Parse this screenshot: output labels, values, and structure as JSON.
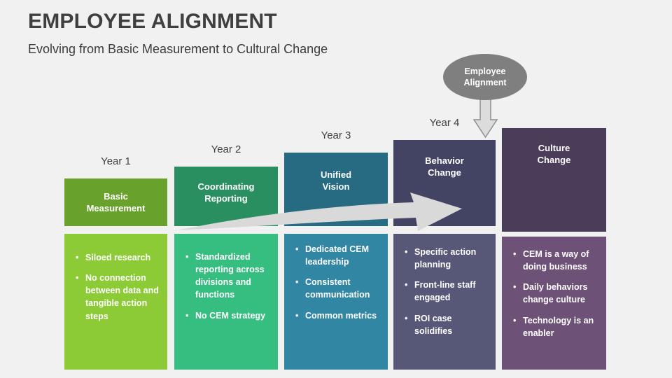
{
  "slide": {
    "title": "EMPLOYEE ALIGNMENT",
    "subtitle": "Evolving from Basic Measurement to Cultural Change"
  },
  "ellipse": {
    "label": "Employee\nAlignment",
    "color": "#7f7f7f"
  },
  "colors": {
    "background": "#f1f1f2",
    "title_text": "#3f3f3f",
    "swoosh_arrow": "#d9d9d9",
    "down_arrow_fill": "#dcdcdc",
    "down_arrow_outline": "#8f8f8f"
  },
  "columns": [
    {
      "year": "Year 1",
      "title": "Basic\nMeasurement",
      "header_color": "#68a22c",
      "body_color": "#8ccb35",
      "bullets": [
        "Siloed research",
        "No connection between data and tangible action steps"
      ]
    },
    {
      "year": "Year 2",
      "title": "Coordinating\nReporting",
      "header_color": "#298f61",
      "body_color": "#36bd80",
      "bullets": [
        "Standardized reporting across divisions and functions",
        "No CEM strategy"
      ]
    },
    {
      "year": "Year 3",
      "title": "Unified\nVision",
      "header_color": "#266b82",
      "body_color": "#3186a4",
      "bullets": [
        "Dedicated CEM leadership",
        "Consistent communication",
        "Common metrics"
      ]
    },
    {
      "year": "Year 4",
      "title": "Behavior\nChange",
      "header_color": "#434464",
      "body_color": "#575878",
      "bullets": [
        "Specific action planning",
        "Front-line staff engaged",
        "ROI case solidifies"
      ]
    },
    {
      "year": "",
      "title": "Culture\nChange",
      "header_color": "#4b3c59",
      "body_color": "#6d5177",
      "bullets": [
        "CEM is a way of doing business",
        "Daily behaviors change culture",
        "Technology is an enabler"
      ]
    }
  ]
}
